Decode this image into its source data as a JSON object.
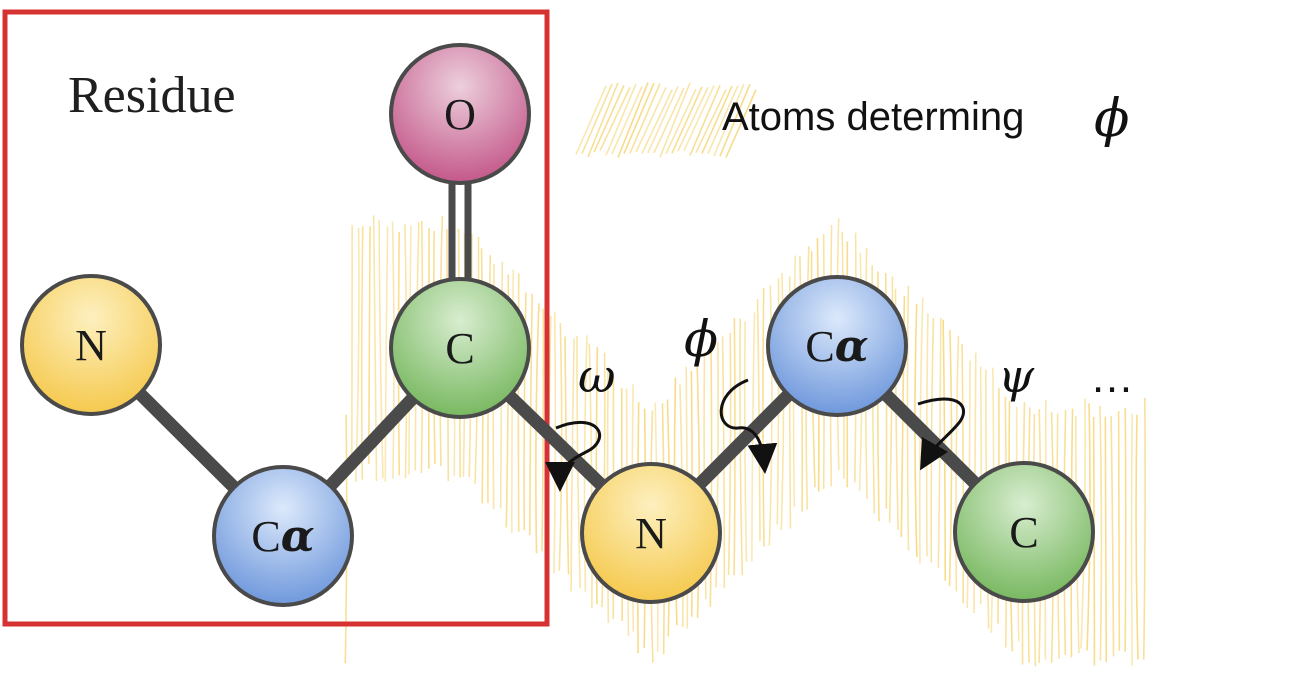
{
  "residue_label": "Residue",
  "legend": {
    "text": "Atoms determing",
    "symbol": "ϕ"
  },
  "atoms": [
    {
      "id": "n1",
      "element": "N",
      "suffix": "",
      "color": "yellow"
    },
    {
      "id": "ca1",
      "element": "C",
      "suffix": "α",
      "color": "blue"
    },
    {
      "id": "c1",
      "element": "C",
      "suffix": "",
      "color": "green"
    },
    {
      "id": "o1",
      "element": "O",
      "suffix": "",
      "color": "pink"
    },
    {
      "id": "n2",
      "element": "N",
      "suffix": "",
      "color": "yellow"
    },
    {
      "id": "ca2",
      "element": "C",
      "suffix": "α",
      "color": "blue"
    },
    {
      "id": "c2",
      "element": "C",
      "suffix": "",
      "color": "green"
    }
  ],
  "torsions": {
    "omega": "ω",
    "phi": "ϕ",
    "psi": "ψ"
  },
  "ellipsis": "…",
  "colors": {
    "residue_box": "#d63232",
    "bond": "#4a4a4a",
    "highlight": "#f6d77a",
    "yellow": "#f7cf5e",
    "blue": "#7ea6e0",
    "green": "#86c170",
    "pink": "#c9628f"
  }
}
